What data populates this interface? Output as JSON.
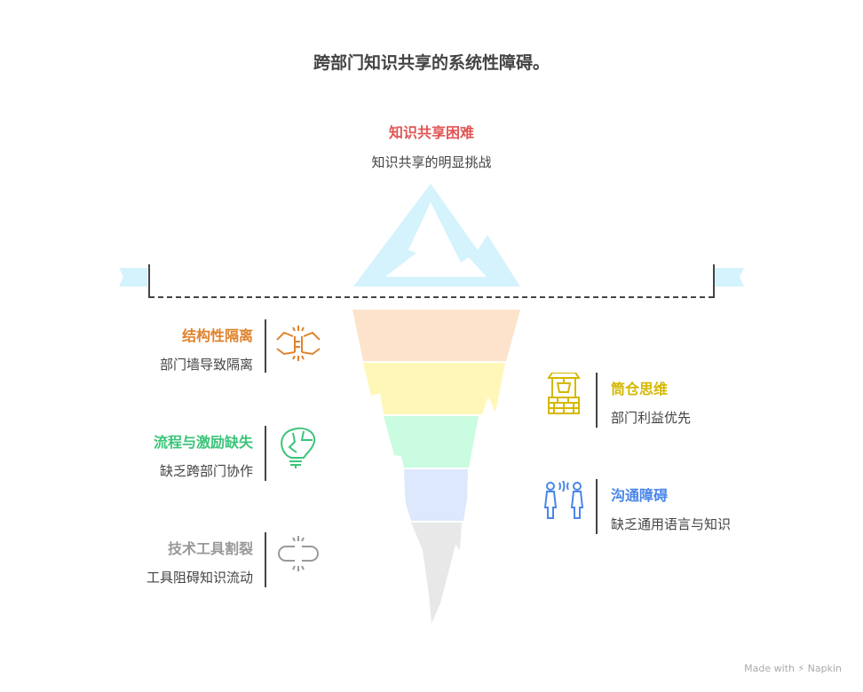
{
  "title": "跨部门知识共享的系统性障碍。",
  "top": {
    "title": "知识共享困难",
    "desc": "知识共享的明显挑战",
    "color": "#E05555"
  },
  "items": [
    {
      "title": "结构性隔离",
      "desc": "部门墙导致隔离",
      "color": "#E0822B",
      "icon": "fist-bump-icon"
    },
    {
      "title": "筒仓思维",
      "desc": "部门利益优先",
      "color": "#D4B800",
      "icon": "well-icon"
    },
    {
      "title": "流程与激励缺失",
      "desc": "缺乏跨部门协作",
      "color": "#3CC47A",
      "icon": "lightbulb-puzzle-icon"
    },
    {
      "title": "沟通障碍",
      "desc": "缺乏通用语言与知识",
      "color": "#4A86E8",
      "icon": "people-talking-icon"
    },
    {
      "title": "技术工具割裂",
      "desc": "工具阻碍知识流动",
      "color": "#999999",
      "icon": "broken-link-icon"
    }
  ],
  "footer": "Made with ⚡ Napkin"
}
